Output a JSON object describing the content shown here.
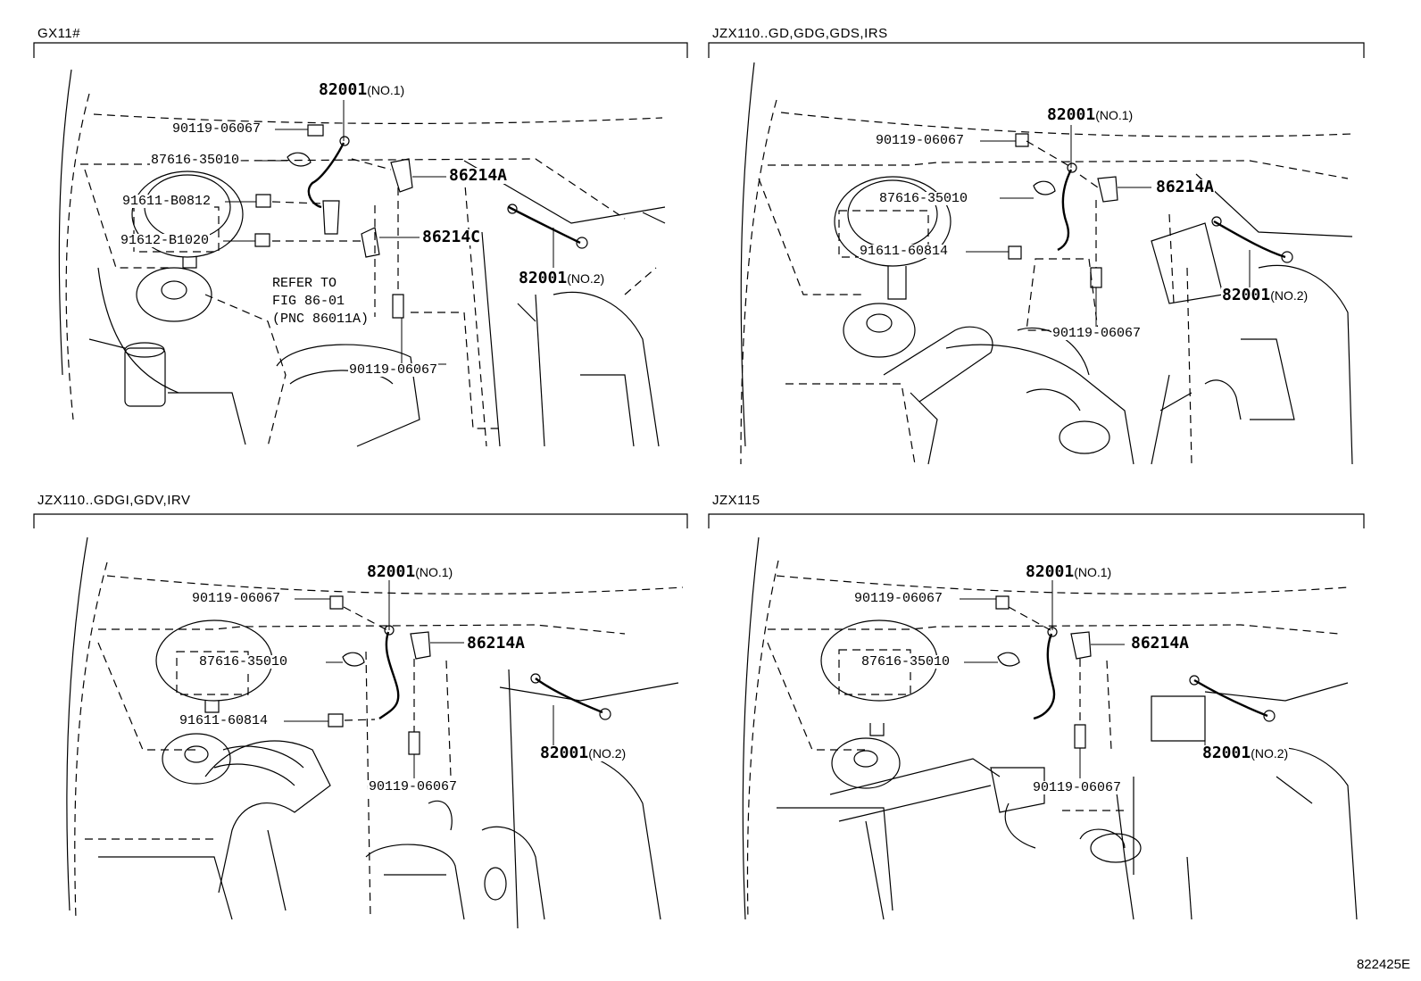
{
  "figure_code": "822425E",
  "panels": [
    {
      "variant": "GX11#",
      "callouts": {
        "harness_no1": {
          "num": "82001",
          "tag": "(NO.1)"
        },
        "harness_no2": {
          "num": "82001",
          "tag": "(NO.2)"
        },
        "bolt_top": "90119-06067",
        "clamp": "87616-35010",
        "screw_a": "91611-B0812",
        "screw_b": "91612-B1020",
        "bracket_a": "86214A",
        "bracket_c": "86214C",
        "bolt_bottom": "90119-06067"
      },
      "note": [
        "REFER TO",
        "FIG 86-01",
        "(PNC 86011A)"
      ]
    },
    {
      "variant": "JZX110..GD,GDG,GDS,IRS",
      "callouts": {
        "harness_no1": {
          "num": "82001",
          "tag": "(NO.1)"
        },
        "harness_no2": {
          "num": "82001",
          "tag": "(NO.2)"
        },
        "bolt_top": "90119-06067",
        "clamp": "87616-35010",
        "screw_a": "91611-60814",
        "bracket_a": "86214A",
        "bolt_bottom": "90119-06067"
      }
    },
    {
      "variant": "JZX110..GDGI,GDV,IRV",
      "callouts": {
        "harness_no1": {
          "num": "82001",
          "tag": "(NO.1)"
        },
        "harness_no2": {
          "num": "82001",
          "tag": "(NO.2)"
        },
        "bolt_top": "90119-06067",
        "clamp": "87616-35010",
        "screw_a": "91611-60814",
        "bracket_a": "86214A",
        "bolt_bottom": "90119-06067"
      }
    },
    {
      "variant": "JZX115",
      "callouts": {
        "harness_no1": {
          "num": "82001",
          "tag": "(NO.1)"
        },
        "harness_no2": {
          "num": "82001",
          "tag": "(NO.2)"
        },
        "bolt_top": "90119-06067",
        "clamp": "87616-35010",
        "bracket_a": "86214A",
        "bolt_bottom": "90119-06067"
      }
    }
  ]
}
